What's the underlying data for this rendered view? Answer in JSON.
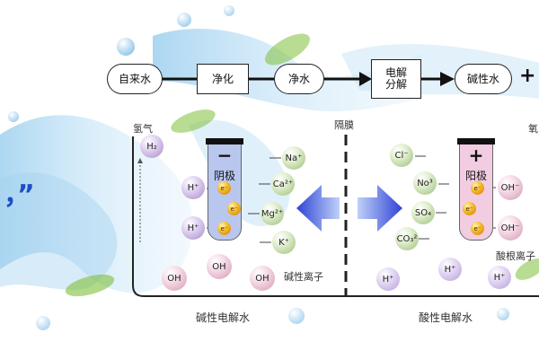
{
  "flow": {
    "tap_water": "自来水",
    "purify": "净化",
    "pure_water": "净水",
    "electrolysis_line1": "电解",
    "electrolysis_line2": "分解",
    "alkaline_water": "碱性水",
    "plus": "+"
  },
  "labels": {
    "hydrogen": "氢气",
    "oxygen_partial": "氧",
    "membrane": "隔膜",
    "alkali_ions": "碱性离子",
    "acid_radical_ions": "酸根离子",
    "alkaline_electrolyzed": "碱性电解水",
    "acidic_electrolyzed": "酸性电解水",
    "quote_mark": "，”"
  },
  "cathode": {
    "sign": "−",
    "name": "阴极"
  },
  "anode": {
    "sign": "+",
    "name": "阳极"
  },
  "ions": {
    "h2": "H₂",
    "h_plus": "H⁺",
    "electron": "e⁻",
    "oh": "OH",
    "oh_minus": "OH⁻",
    "na": "Na⁺",
    "ca": "Ca²⁺",
    "mg": "Mg²⁺",
    "k": "K⁺",
    "cl": "Cl⁻",
    "no3": "No³",
    "so4": "SO₄",
    "co3": "CO₃²"
  },
  "colors": {
    "cathode_fill": "#b9c7ef",
    "anode_fill": "#f2cde2",
    "arrow_blue": "#3a56e0",
    "water_blue": "#8ec8ec",
    "leaf_green": "#7fbf3a"
  }
}
